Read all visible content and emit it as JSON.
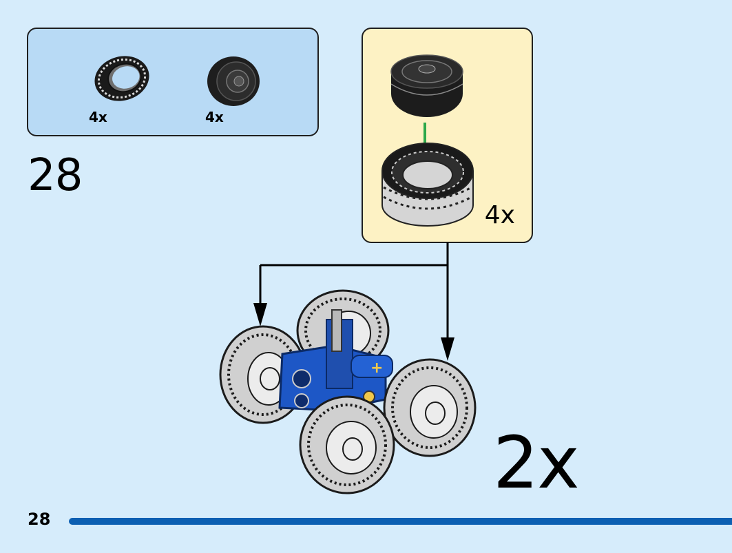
{
  "step": {
    "number": "28",
    "page_number": "28",
    "parts": [
      {
        "name": "tire",
        "qty": "4x"
      },
      {
        "name": "rim",
        "qty": "4x"
      }
    ],
    "subassembly_qty": "4x",
    "build_qty": "2x",
    "progress": 1.0
  },
  "colors": {
    "background": "#d6ecfb",
    "parts_box": "#b8daf5",
    "subassembly_box": "#fdf2c4",
    "progress": "#0c5fb2",
    "arrow_green": "#2ca84a",
    "brick_blue": "#1d57c6",
    "tire_gray": "#cfcfcf",
    "rim_black": "#222222"
  }
}
